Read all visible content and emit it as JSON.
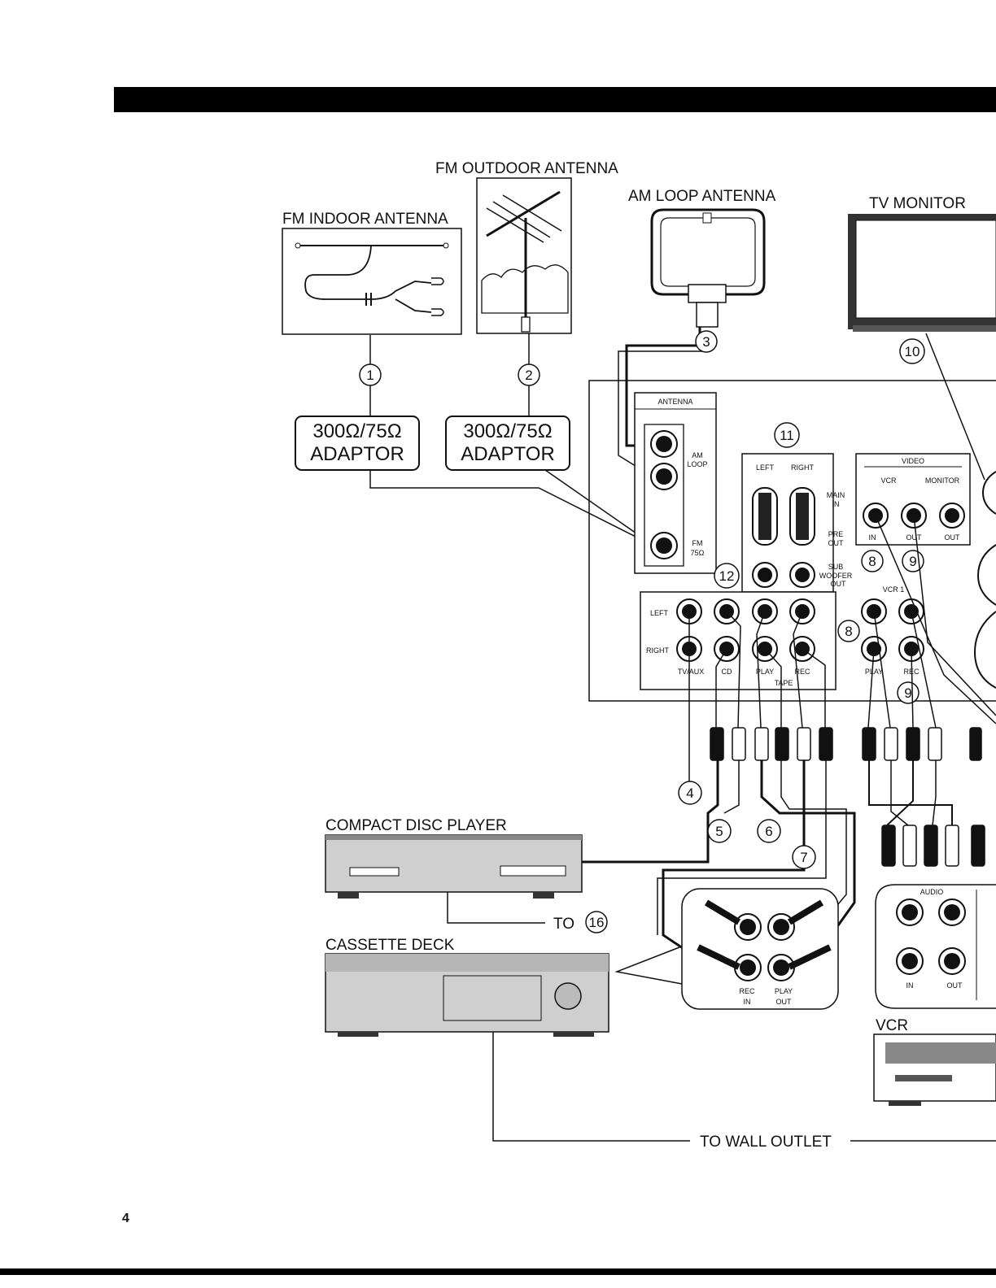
{
  "page_number": "4",
  "labels": {
    "fm_outdoor": "FM OUTDOOR ANTENNA",
    "fm_indoor": "FM INDOOR ANTENNA",
    "am_loop": "AM LOOP ANTENNA",
    "tv_monitor": "TV MONITOR",
    "compact_disc": "COMPACT DISC PLAYER",
    "cassette": "CASSETTE DECK",
    "vcr": "VCR",
    "to_16_prefix": "TO",
    "to_wall": "TO WALL OUTLET"
  },
  "adaptor": {
    "line1": "300Ω/75Ω",
    "line2": "ADAPTOR"
  },
  "panel": {
    "antenna": "ANTENNA",
    "am": "AM",
    "loop": "LOOP",
    "fm": "FM",
    "fm75": "75Ω",
    "left": "LEFT",
    "right": "RIGHT",
    "main": "MAIN",
    "in": "IN",
    "pre": "PRE",
    "out": "OUT",
    "sub": "SUB",
    "woofer": "WOOFER",
    "video": "VIDEO",
    "vcr_col": "VCR",
    "monitor": "MONITOR",
    "vcr1": "VCR 1",
    "tvaux": "TV/AUX",
    "cd": "CD",
    "play": "PLAY",
    "rec": "REC",
    "tape": "TAPE"
  },
  "detail": {
    "rec": "REC",
    "in": "IN",
    "play": "PLAY",
    "out": "OUT",
    "audio": "AUDIO"
  },
  "callouts": [
    "1",
    "2",
    "3",
    "4",
    "5",
    "6",
    "7",
    "8",
    "9",
    "10",
    "11",
    "12",
    "16"
  ]
}
